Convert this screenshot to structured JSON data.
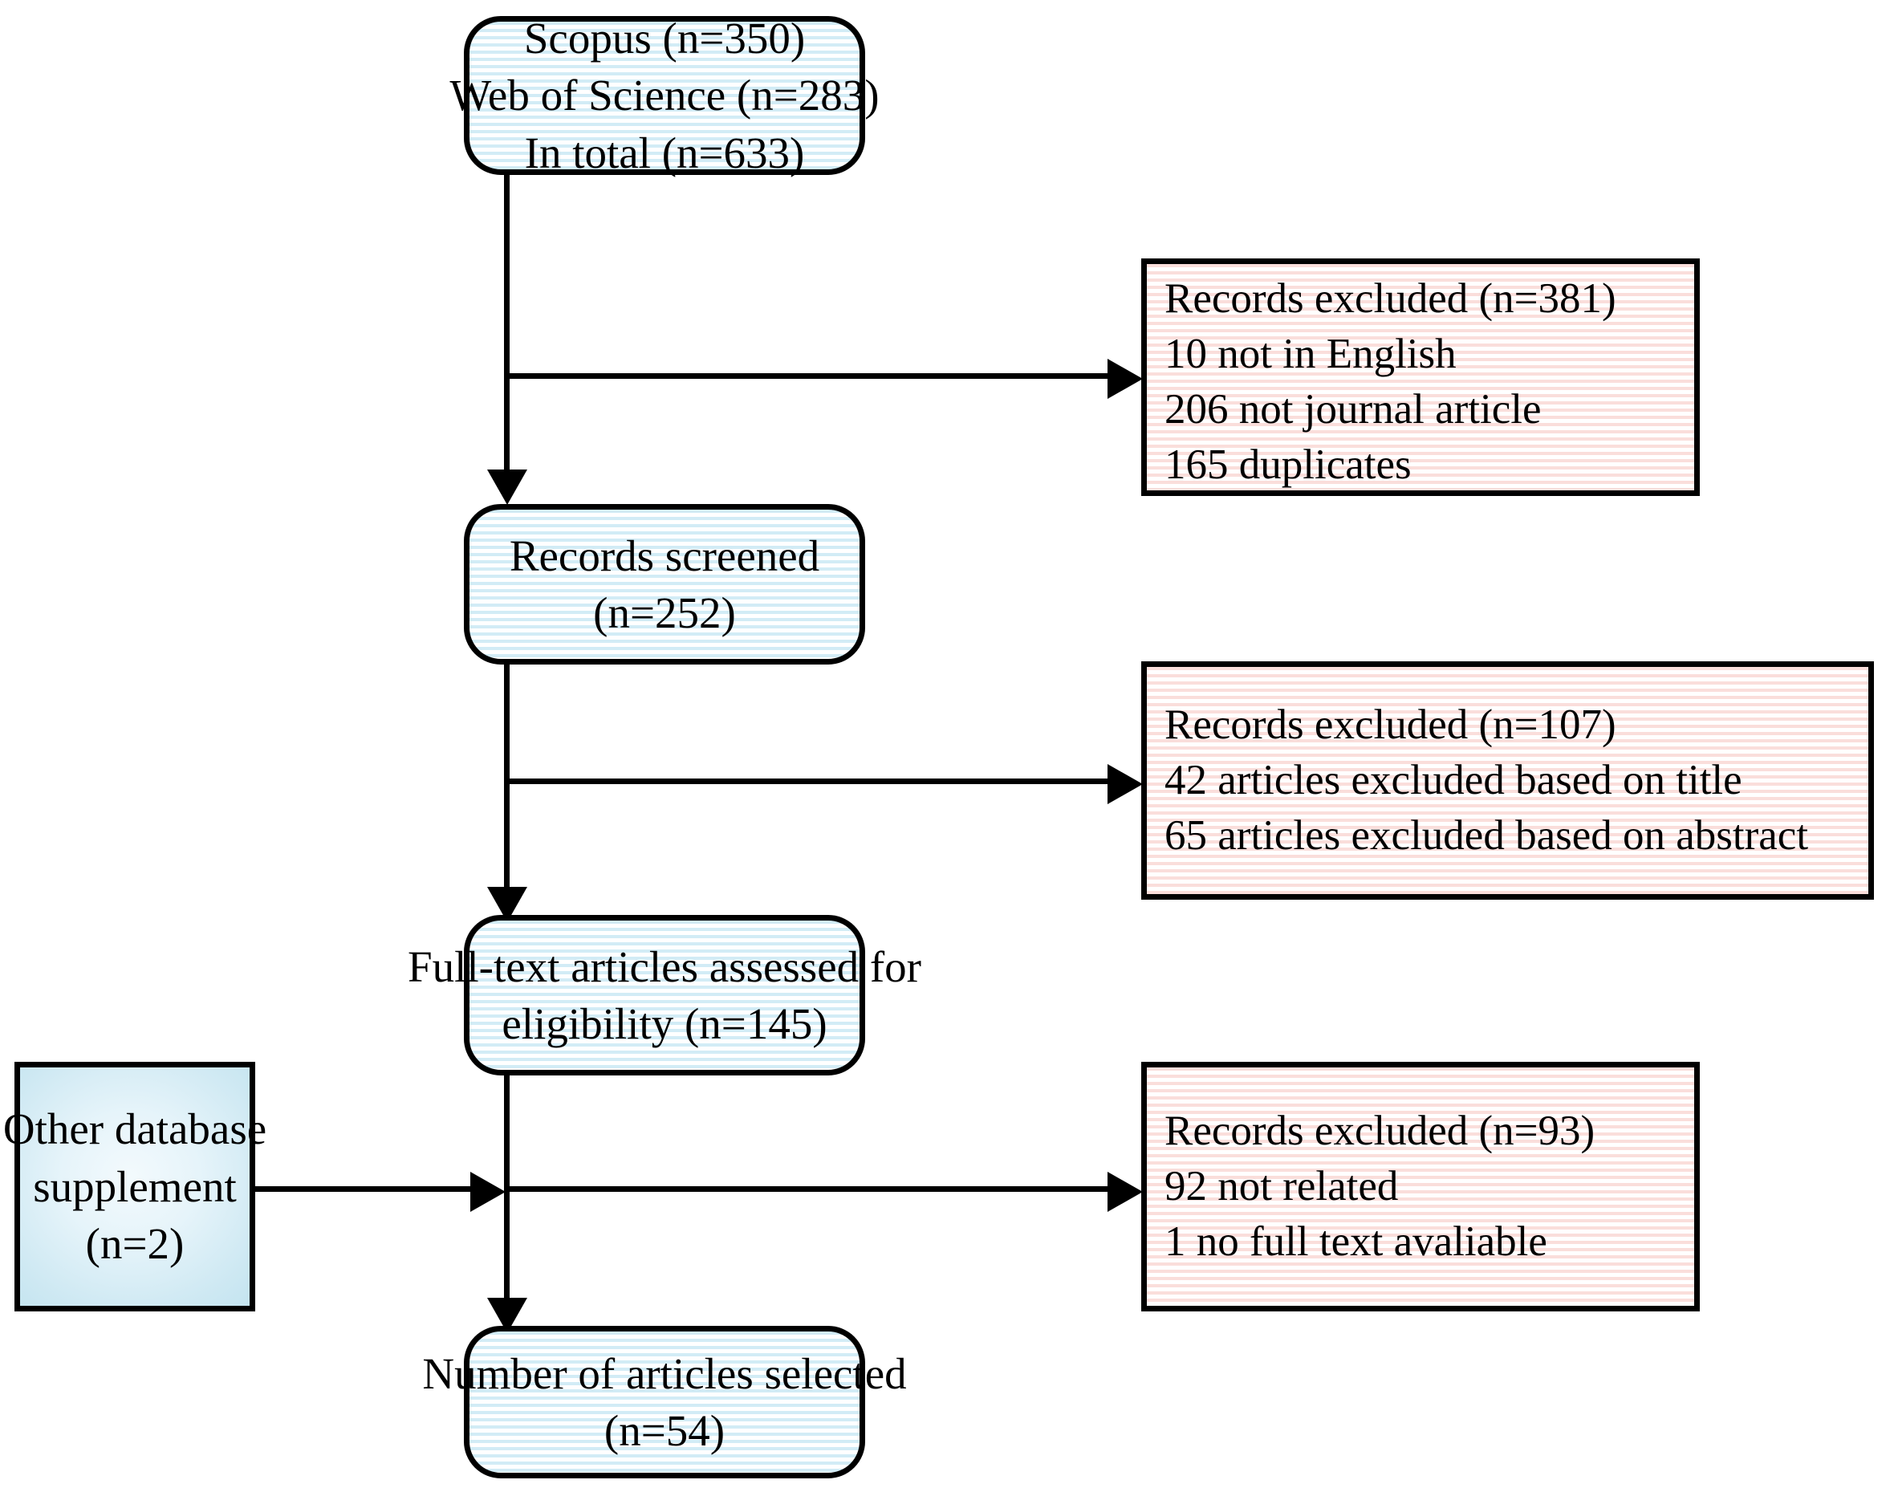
{
  "diagram": {
    "type": "prisma-flow-diagram",
    "colors": {
      "process_stripe": "#d2ecf6",
      "exclusion_stripe": "#fadedb",
      "supplement_fill": "#cfe9f3",
      "border": "#000000",
      "background": "#ffffff",
      "text": "#000000"
    },
    "nodes": {
      "identification": {
        "kind": "process",
        "lines": [
          "Scopus (n=350)",
          "Web of Science (n=283)",
          "In total (n=633)"
        ],
        "counts": {
          "scopus": 350,
          "web_of_science": 283,
          "total": 633
        }
      },
      "excluded_1": {
        "kind": "exclusion",
        "lines": [
          "Records excluded (n=381)",
          "10 not in English",
          "206 not journal article",
          "165 duplicates"
        ],
        "counts": {
          "total": 381,
          "not_in_english": 10,
          "not_journal_article": 206,
          "duplicates": 165
        }
      },
      "screened": {
        "kind": "process",
        "lines": [
          "Records screened",
          "(n=252)"
        ],
        "counts": {
          "total": 252
        }
      },
      "excluded_2": {
        "kind": "exclusion",
        "lines": [
          "Records excluded (n=107)",
          "42 articles excluded based on title",
          "65 articles excluded based on abstract"
        ],
        "counts": {
          "total": 107,
          "by_title": 42,
          "by_abstract": 65
        }
      },
      "eligibility": {
        "kind": "process",
        "lines": [
          "Full-text articles assessed for",
          "eligibility (n=145)"
        ],
        "counts": {
          "total": 145
        }
      },
      "supplement": {
        "kind": "gradient",
        "lines": [
          "Other database",
          "supplement",
          "(n=2)"
        ],
        "counts": {
          "total": 2
        }
      },
      "excluded_3": {
        "kind": "exclusion",
        "lines": [
          "Records excluded (n=93)",
          "92 not related",
          "1 no full text avaliable"
        ],
        "counts": {
          "total": 93,
          "not_related": 92,
          "no_full_text": 1
        }
      },
      "included": {
        "kind": "process",
        "lines": [
          "Number of articles selected",
          "(n=54)"
        ],
        "counts": {
          "total": 54
        }
      }
    }
  }
}
